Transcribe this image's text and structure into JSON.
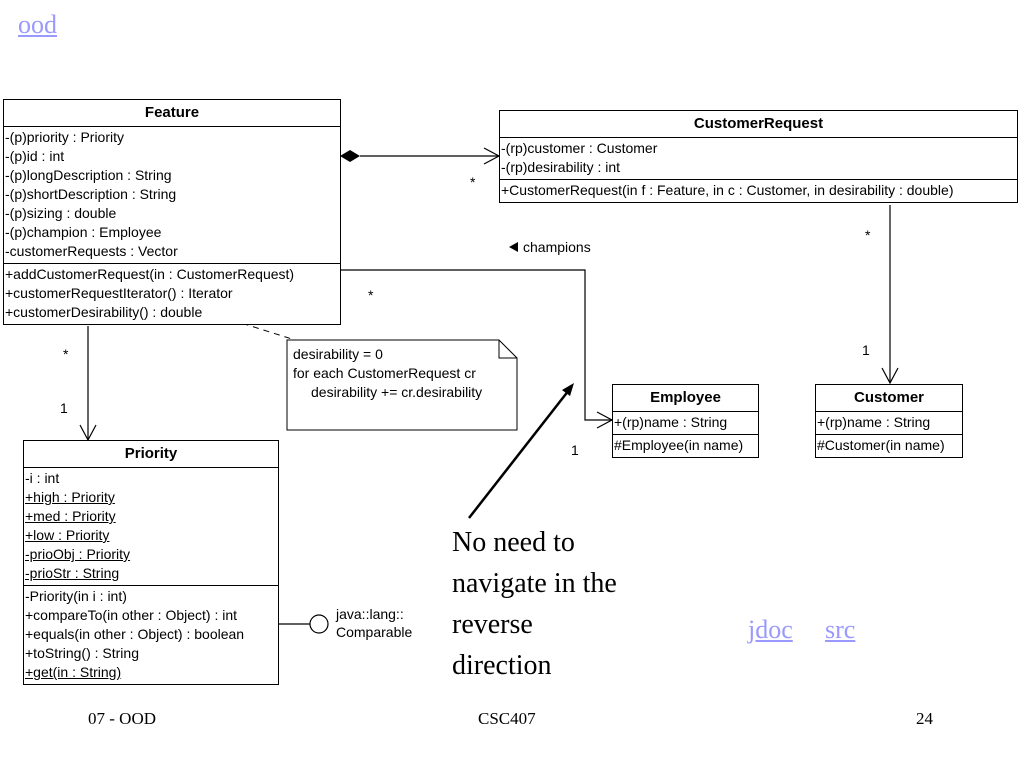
{
  "links": {
    "ood": "ood",
    "jdoc": "jdoc",
    "src": "src"
  },
  "feature": {
    "name": "Feature",
    "attributes": [
      "-(p)priority : Priority",
      "-(p)id : int",
      "-(p)longDescription : String",
      "-(p)shortDescription : String",
      "-(p)sizing : double",
      "-(p)champion : Employee",
      "-customerRequests : Vector"
    ],
    "operations": [
      "+addCustomerRequest(in  : CustomerRequest)",
      "+customerRequestIterator() : Iterator",
      "+customerDesirability() : double"
    ]
  },
  "customer_request": {
    "name": "CustomerRequest",
    "attributes": [
      "-(rp)customer : Customer",
      "-(rp)desirability : int"
    ],
    "operations": [
      "+CustomerRequest(in f : Feature, in c : Customer, in desirability : double)"
    ]
  },
  "employee": {
    "name": "Employee",
    "attributes": [
      "+(rp)name : String"
    ],
    "operations": [
      "#Employee(in name)"
    ]
  },
  "customer": {
    "name": "Customer",
    "attributes": [
      "+(rp)name : String"
    ],
    "operations": [
      "#Customer(in name)"
    ]
  },
  "priority": {
    "name": "Priority",
    "attributes": [
      "-i : int",
      "+high : Priority",
      "+med : Priority",
      "+low : Priority",
      "-prioObj : Priority",
      "-prioStr : String"
    ],
    "operations": [
      "-Priority(in i : int)",
      "+compareTo(in other : Object) : int",
      "+equals(in other : Object) : boolean",
      "+toString() : String",
      "+get(in  : String)"
    ]
  },
  "interface_label": [
    "java::lang::",
    "Comparable"
  ],
  "note": [
    "desirability = 0",
    "for each CustomerRequest cr",
    "desirability += cr.desirability"
  ],
  "multiplicities": {
    "feature_cr": "*",
    "cr_customer_top": "*",
    "cr_customer_bottom": "1",
    "feature_priority_top": "*",
    "feature_priority_bottom": "1",
    "feature_employee_star": "*",
    "employee_one": "1"
  },
  "champions_label": "champions",
  "annotation": [
    "No need to",
    "navigate in the",
    "reverse",
    "direction"
  ],
  "footer": {
    "left": "07 - OOD",
    "center": "CSC407",
    "right": "24"
  }
}
